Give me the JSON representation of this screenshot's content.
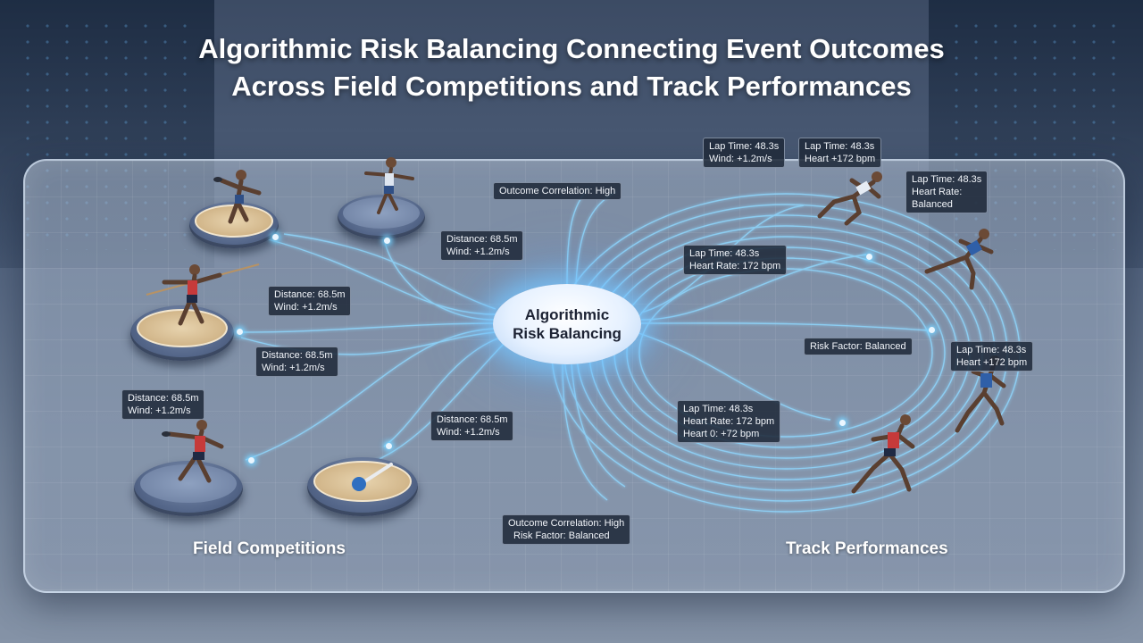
{
  "title": {
    "line1": "Algorithmic Risk Balancing Connecting Event Outcomes",
    "line2": "Across Field Competitions and Track Performances"
  },
  "hub": {
    "line1": "Algorithmic",
    "line2": "Risk Balancing"
  },
  "sections": {
    "field": "Field Competitions",
    "track": "Track Performances"
  },
  "field_labels": [
    {
      "line1": "Distance: 68.5m",
      "line2": "Wind: +1.2m/s"
    },
    {
      "line1": "Distance: 68.5m",
      "line2": "Wind: +1.2m/s"
    },
    {
      "line1": "Distance: 68.5m",
      "line2": "Wind: +1.2m/s"
    },
    {
      "line1": "Distance: 68.5m",
      "line2": "Wind: +1.2m/s"
    },
    {
      "line1": "Distance: 68.5m",
      "line2": "Wind: +1.2m/s"
    }
  ],
  "track_labels": [
    {
      "line1": "Lap Time: 48.3s",
      "line2": "Wind: +1.2m/s"
    },
    {
      "line1": "Lap Time: 48.3s",
      "line2": "Heart +172 bpm"
    },
    {
      "line1": "Lap Time: 48.3s",
      "line2": "Heart Rate:",
      "line3": "Balanced"
    },
    {
      "line1": "Lap Time: 48.3s",
      "line2": "Heart Rate: 172 bpm"
    },
    {
      "line1": "Lap Time: 48.3s",
      "line2": "Heart +172 bpm"
    },
    {
      "line1": "Lap Time: 48.3s",
      "line2": "Heart Rate: 172 bpm",
      "line3": "Heart 0: +72 bpm"
    }
  ],
  "misc_labels": {
    "outcome_top": "Outcome Correlation: High",
    "risk_right": "Risk Factor: Balanced",
    "bottom_line1": "Outcome Correlation: High",
    "bottom_line2": "Risk Factor: Balanced"
  },
  "colors": {
    "flow": "#8fd8ff",
    "accent_red": "#c63a3a",
    "accent_blue": "#2f5fa8",
    "sand": "#d9bf93"
  }
}
